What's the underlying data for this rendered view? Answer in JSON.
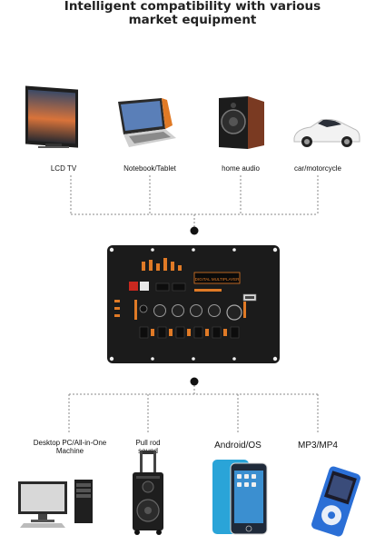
{
  "headline": {
    "line1": "Intelligent compatibility with various",
    "line2": "market equipment"
  },
  "board": {
    "display_text": "DIGITAL MULTIPLAYER"
  },
  "top_devices": [
    {
      "label": "LCD TV",
      "icon": "tv-icon"
    },
    {
      "label": "Notebook/Tablet",
      "icon": "laptop-icon"
    },
    {
      "label": "home audio",
      "icon": "speaker-icon"
    },
    {
      "label": "car/motorcycle",
      "icon": "car-icon"
    }
  ],
  "bottom_devices": [
    {
      "label_line1": "Desktop PC/All-in-One",
      "label_line2": "Machine",
      "icon": "desktop-pc-icon"
    },
    {
      "label_line1": "Pull rod",
      "label_line2": "sound",
      "icon": "trolley-speaker-icon"
    },
    {
      "label": "Android/OS",
      "icon": "smartphone-icon"
    },
    {
      "label": "MP3/MP4",
      "icon": "mp3-player-icon"
    }
  ],
  "colors": {
    "accent": "#e07a26",
    "board": "#1b1b1b",
    "dotted_line": "#888888"
  }
}
